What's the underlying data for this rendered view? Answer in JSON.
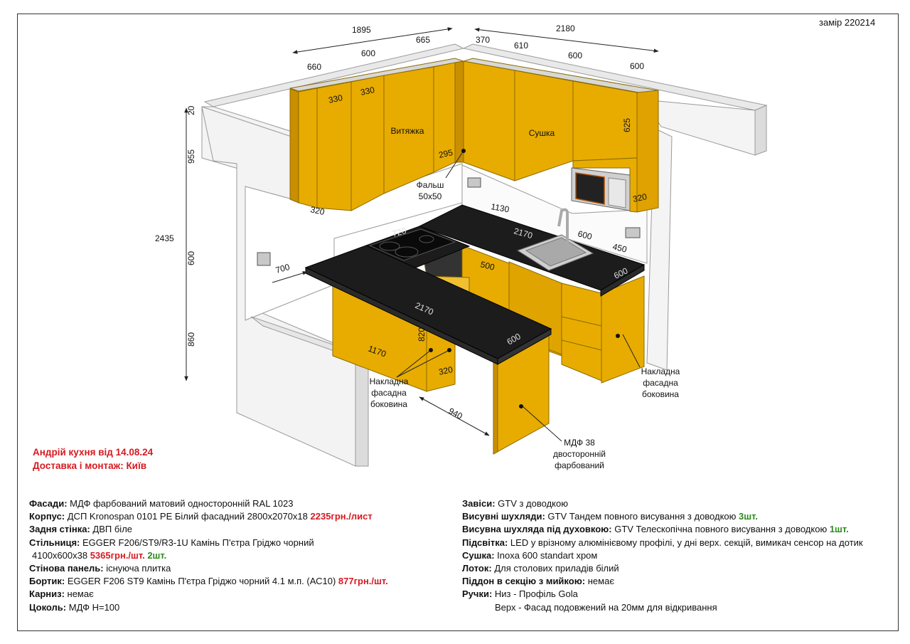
{
  "document": {
    "reference": "замір 220214",
    "project_title": "Андрій кухня від 14.08.24",
    "project_delivery": "Доставка і монтаж: Київ"
  },
  "drawing": {
    "dimensions": {
      "top_total_left": "1895",
      "top_total_right": "2180",
      "upper_left_660": "660",
      "upper_left_600": "600",
      "upper_corner_665": "665",
      "upper_corner_370": "370",
      "upper_right_610": "610",
      "upper_right_600a": "600",
      "upper_right_600b": "600",
      "upper_330a": "330",
      "upper_330b": "330",
      "upper_295": "295",
      "upper_625": "625",
      "upper_320_left": "320",
      "upper_320_right": "320",
      "height_20": "20",
      "height_955": "955",
      "height_2435": "2435",
      "height_600": "600",
      "height_860": "860",
      "counter_1130": "1130",
      "counter_720": "720",
      "counter_2170_back": "2170",
      "counter_600_back": "600",
      "counter_450": "450",
      "counter_700": "700",
      "counter_500": "500",
      "counter_600_right": "600",
      "island_2170": "2170",
      "island_1170": "1170",
      "island_820": "820",
      "island_320": "320",
      "island_600": "600",
      "island_940": "940"
    },
    "labels": {
      "hood": "Витяжка",
      "dryer": "Сушка",
      "false_panel_line1": "Фальш",
      "false_panel_line2": "50х50",
      "side_panel_left_1": "Накладна",
      "side_panel_left_2": "фасадна",
      "side_panel_left_3": "боковина",
      "side_panel_right_1": "Накладна",
      "side_panel_right_2": "фасадна",
      "side_panel_right_3": "боковина",
      "mdf_1": "МДФ 38",
      "mdf_2": "двосторонній",
      "mdf_3": "фарбований"
    },
    "colors": {
      "facade": "#e8ac00",
      "facade_dark": "#c98f00",
      "countertop": "#1c1c1c",
      "wall": "#f2f2f2"
    }
  },
  "specs_left": [
    {
      "key": "Фасади:",
      "value": " МДФ фарбований матовий односторонній RAL 1023"
    },
    {
      "key": "Корпус:",
      "value": " ДСП Kronospan 0101 PE Білий фасадний 2800х2070х18 ",
      "price": "2235грн./лист"
    },
    {
      "key": "Задня стінка:",
      "value": " ДВП біле"
    },
    {
      "key": "Стільниця:",
      "value": " EGGER F206/ST9/R3-1U Камінь П'єтра Гріджо чорний"
    },
    {
      "value": "4100х600х38 ",
      "price": "5365грн./шт.",
      "qty": " 2шт."
    },
    {
      "key": "Стінова панель:",
      "value": " існуюча плитка"
    },
    {
      "key": "Бортик:",
      "value": " EGGER F206 ST9 Камінь П'єтра Гріджо чорний 4.1 м.п. (АС10) ",
      "price": "877грн./шт."
    },
    {
      "key": "Карниз:",
      "value": " немає"
    },
    {
      "key": "Цоколь:",
      "value": " МДФ Н=100"
    }
  ],
  "specs_right": [
    {
      "key": "Завіси:",
      "value": " GTV з доводкою"
    },
    {
      "key": "Висувні шухляди:",
      "value": " GTV Тандем повного висування з доводкою ",
      "qty": "3шт."
    },
    {
      "key": "Висувна шухляда під духовкою:",
      "value": " GTV Телескопічна повного висування з доводкою ",
      "qty": "1шт."
    },
    {
      "key": "Підсвітка:",
      "value": " LED у врізному алюмінієвому профілі, у дні верх. секцій, вимикач сенсор на дотик"
    },
    {
      "key": "Сушка:",
      "value": " Inoxa 600 standart хром"
    },
    {
      "key": "Лоток:",
      "value": " Для столових приладів білий"
    },
    {
      "key": "Піддон в секцію з мийкою:",
      "value": " немає"
    },
    {
      "key": "Ручки:",
      "value": " Низ - Профіль Gola"
    },
    {
      "value": "Верх - Фасад подовжений на 20мм для відкривання"
    }
  ]
}
